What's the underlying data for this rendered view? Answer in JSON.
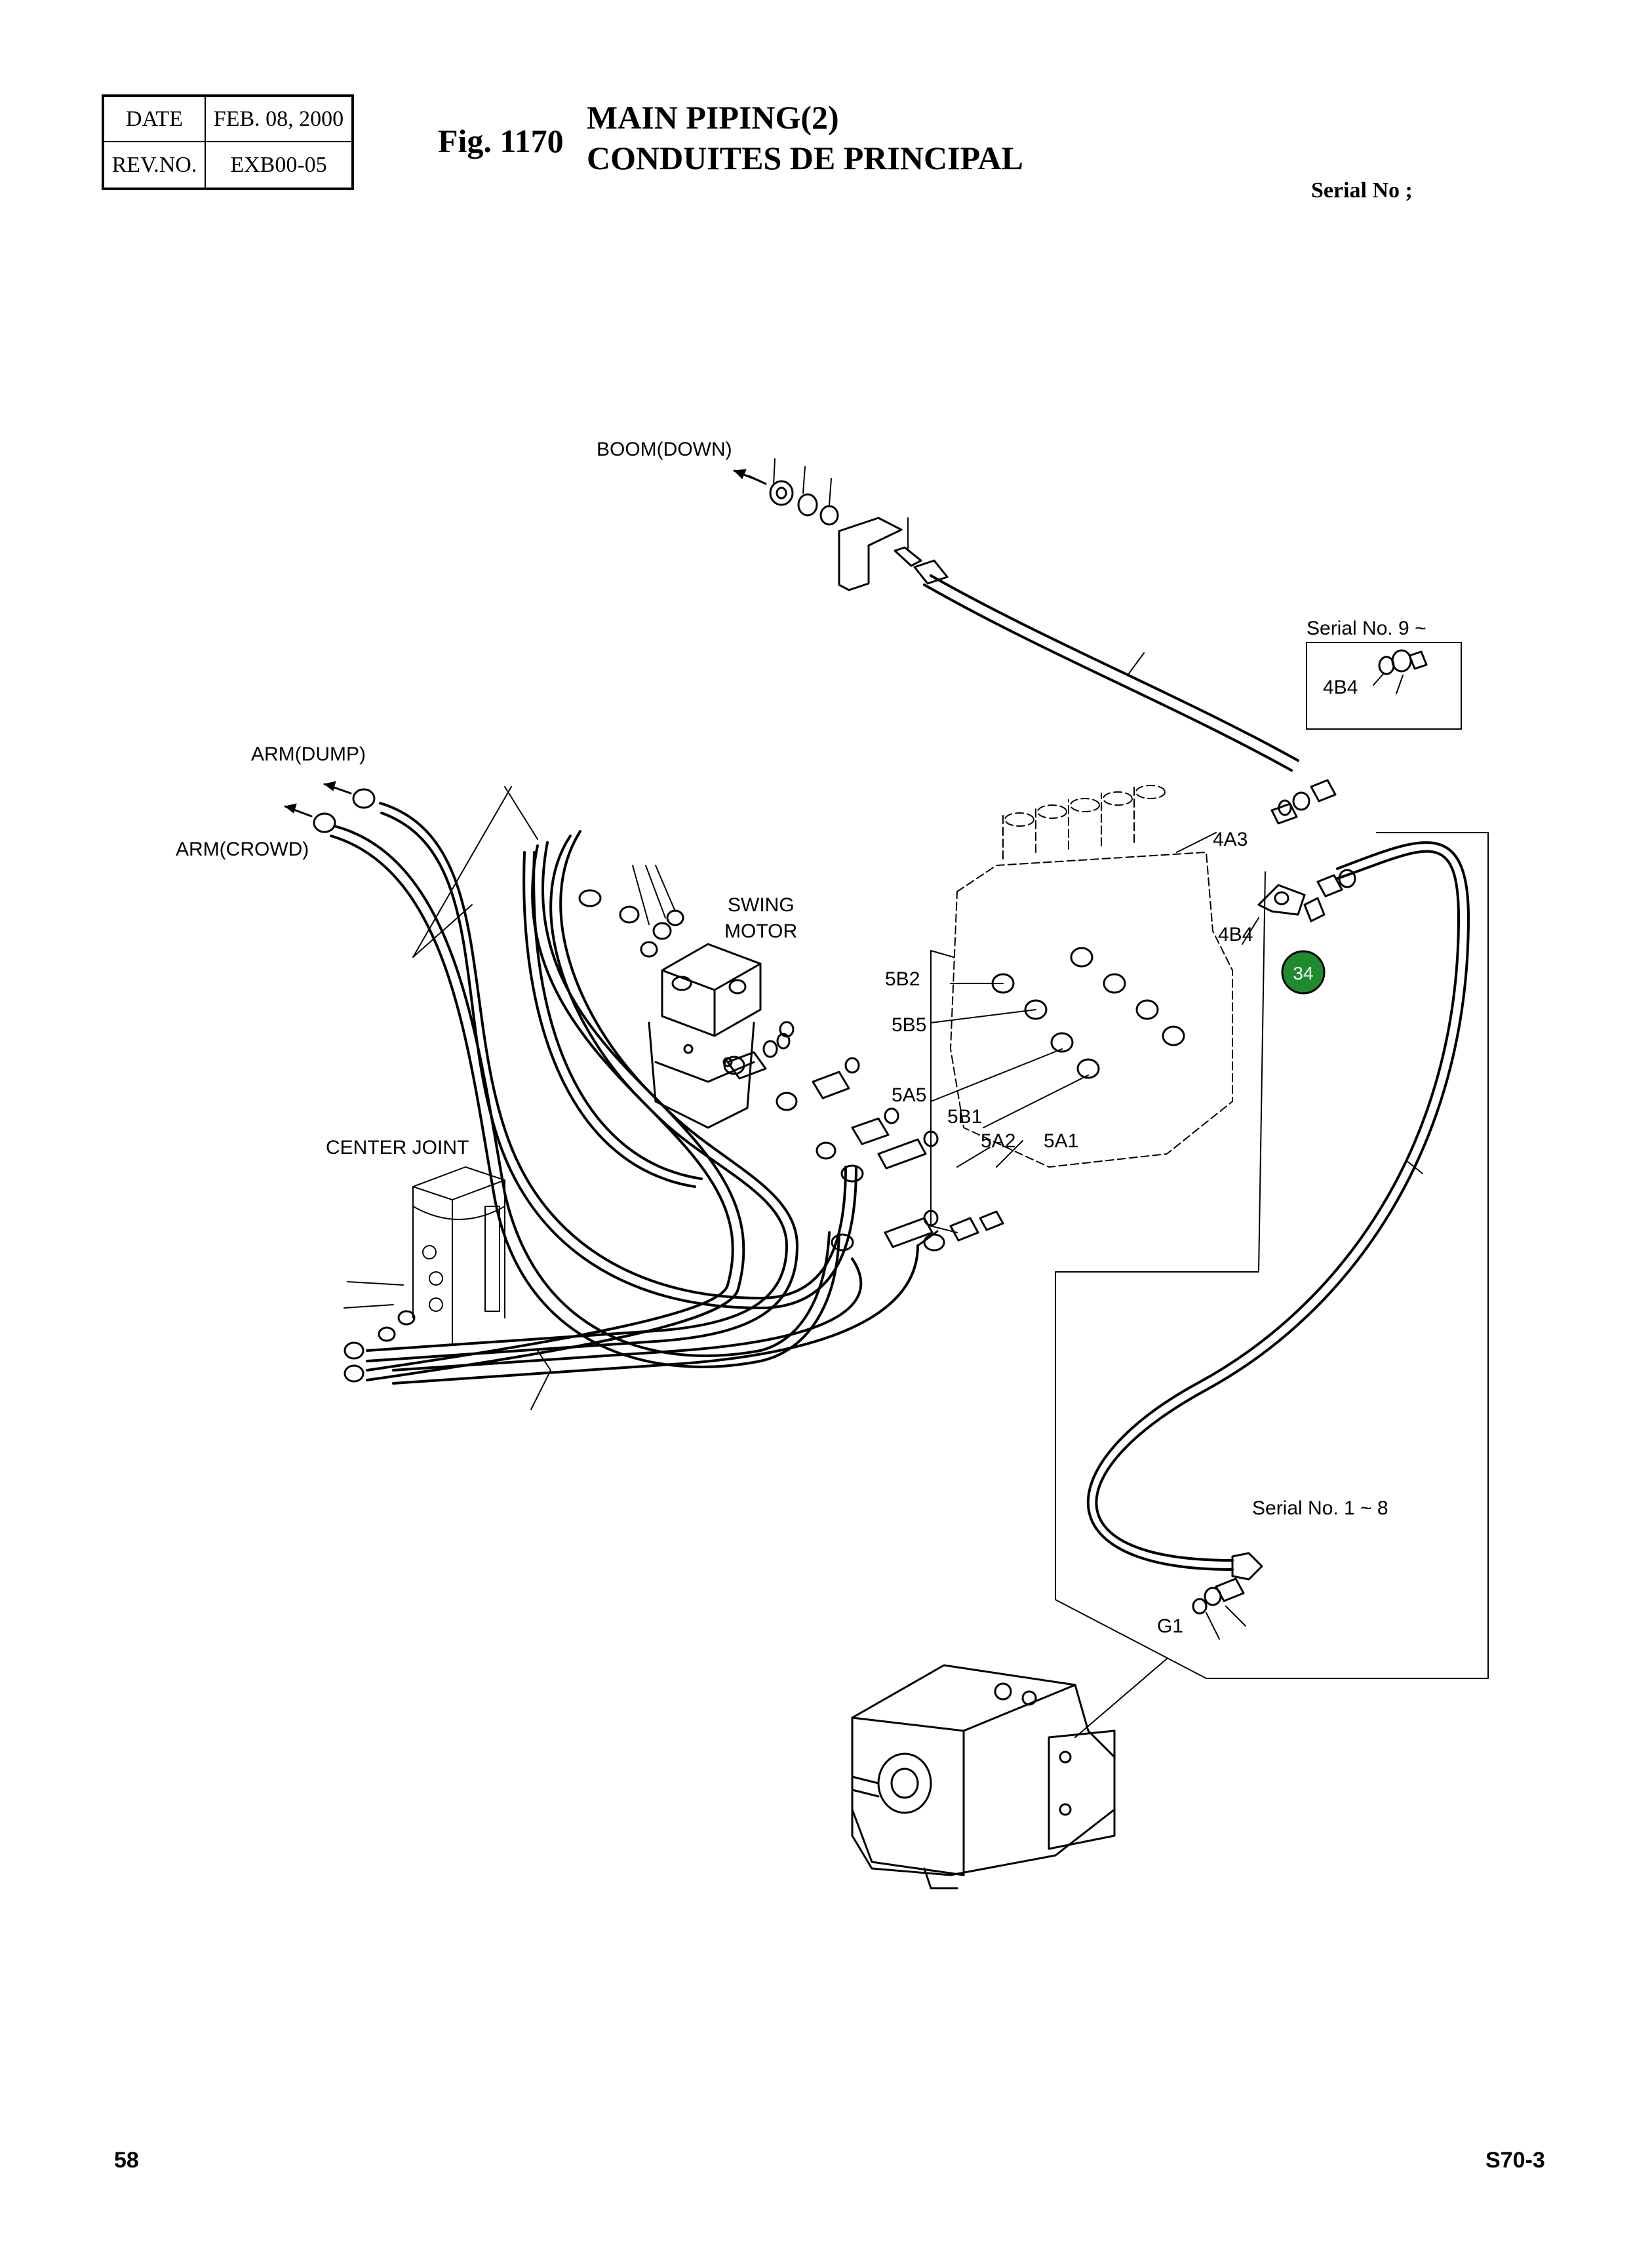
{
  "header": {
    "date_label": "DATE",
    "date_value": "FEB. 08, 2000",
    "rev_label": "REV.NO.",
    "rev_value": "EXB00-05",
    "fig_number": "Fig. 1170",
    "title_en": "MAIN PIPING(2)",
    "title_fr": "CONDUITES DE PRINCIPAL",
    "serial_label": "Serial No ;"
  },
  "labels": {
    "boom_down": "BOOM(DOWN)",
    "arm_dump": "ARM(DUMP)",
    "arm_crowd": "ARM(CROWD)",
    "swing_motor_1": "SWING",
    "swing_motor_2": "MOTOR",
    "center_joint": "CENTER JOINT",
    "serial_9": "Serial No. 9 ~",
    "serial_1_8": "Serial No. 1 ~ 8",
    "port_4b4_top": "4B4",
    "port_4a3": "4A3",
    "port_4b4": "4B4",
    "port_5b2": "5B2",
    "port_5b5": "5B5",
    "port_5a5": "5A5",
    "port_5b1": "5B1",
    "port_5a2": "5A2",
    "port_5a1": "5A1",
    "port_g1": "G1",
    "callout_34": "34"
  },
  "callout_color": "#1f8a2e",
  "footer": {
    "page": "58",
    "model": "S70-3"
  }
}
